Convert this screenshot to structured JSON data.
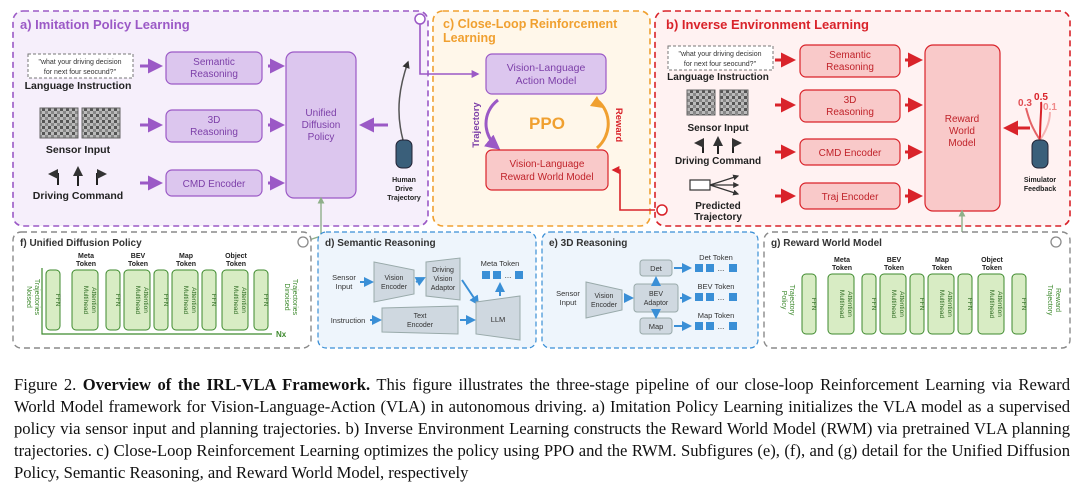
{
  "panel_a": {
    "title": "a) Imitation Policy Learning",
    "prompt_line1": "\"what your driving decision",
    "prompt_line2": "for next four seocund?\"",
    "language_instruction": "Language Instruction",
    "sensor_input": "Sensor Input",
    "driving_command": "Driving Command",
    "semantic_reasoning_1": "Semantic",
    "semantic_reasoning_2": "Reasoning",
    "reasoning_3d_1": "3D",
    "reasoning_3d_2": "Reasoning",
    "cmd_encoder": "CMD Encoder",
    "policy_1": "Unified",
    "policy_2": "Diffusion",
    "policy_3": "Policy",
    "human_1": "Human",
    "human_2": "Drive",
    "human_3": "Trajectory"
  },
  "panel_c": {
    "title_1": "c) Close-Loop Reinforcement",
    "title_2": "Learning",
    "vla_1": "Vision-Language",
    "vla_2": "Action Model",
    "ppo": "PPO",
    "trajectory": "Trajectory",
    "reward": "Reward",
    "rwm_1": "Vision-Language",
    "rwm_2": "Reward World Model"
  },
  "panel_b": {
    "title": "b) Inverse Environment Learning",
    "prompt_line1": "\"what your driving decision",
    "prompt_line2": "for next four seocund?\"",
    "language_instruction": "Language Instruction",
    "sensor_input": "Sensor Input",
    "driving_command": "Driving Command",
    "predicted_1": "Predicted",
    "predicted_2": "Trajectory",
    "semantic_reasoning_1": "Semantic",
    "semantic_reasoning_2": "Reasoning",
    "reasoning_3d_1": "3D",
    "reasoning_3d_2": "Reasoning",
    "cmd_encoder": "CMD Encoder",
    "traj_encoder": "Traj Encoder",
    "rwm_1": "Reward",
    "rwm_2": "World",
    "rwm_3": "Model",
    "score_1": "0.5",
    "score_2": "0.3",
    "score_3": "0.1",
    "sim_1": "Simulator",
    "sim_2": "Feedback"
  },
  "panel_f": {
    "title": "f) Unified Diffusion Policy",
    "input_1": "Noised",
    "input_2": "Trajectories",
    "output_1": "Dinoised",
    "output_2": "Trajectories",
    "meta_1": "Meta",
    "meta_2": "Token",
    "bev_1": "BEV",
    "bev_2": "Token",
    "map_1": "Map",
    "map_2": "Token",
    "object_1": "Object",
    "object_2": "Token",
    "ffn": "FFN",
    "mha_1": "Multihead",
    "mha_2": "Attention",
    "nx": "Nx"
  },
  "panel_d": {
    "title": "d) Semantic Reasoning",
    "sensor_1": "Sensor",
    "sensor_2": "Input",
    "vision_1": "Vision",
    "vision_2": "Encoder",
    "adaptor_1": "Driving",
    "adaptor_2": "Vision",
    "adaptor_3": "Adaptor",
    "meta_token": "Meta Token",
    "instruction": "Instruction",
    "text_1": "Text",
    "text_2": "Encoder",
    "llm": "LLM"
  },
  "panel_e": {
    "title": "e) 3D Reasoning",
    "sensor_1": "Sensor",
    "sensor_2": "Input",
    "vision_1": "Vision",
    "vision_2": "Encoder",
    "det": "Det",
    "bev_1": "BEV",
    "bev_2": "Adaptor",
    "map": "Map",
    "det_token": "Det Token",
    "bev_token": "BEV Token",
    "map_token": "Map Token"
  },
  "panel_g": {
    "title": "g) Reward World Model",
    "input_1": "Policy",
    "input_2": "Trajectory",
    "output_1": "Trajectory",
    "output_2": "Reward",
    "meta_1": "Meta",
    "meta_2": "Token",
    "bev_1": "BEV",
    "bev_2": "Token",
    "map_1": "Map",
    "map_2": "Token",
    "object_1": "Object",
    "object_2": "Token",
    "ffn": "FFN",
    "mha_1": "Multihead",
    "mha_2": "Attention"
  },
  "caption": {
    "lead": "Figure 2. ",
    "bold": "Overview of the IRL-VLA Framework.",
    "body": " This figure illustrates the three-stage pipeline of our close-loop Reinforcement Learning via Reward World Model framework for Vision-Language-Action (VLA) in autonomous driving. a) Imitation Policy Learning initializes the VLA model as a supervised policy via sensor input and planning trajectories. b) Inverse Environment Learning constructs the Reward World Model (RWM) via pretrained VLA planning trajectories. c) Close-Loop Reinforcement Learning optimizes the policy using PPO and the RWM. Subfigures (e), (f), and (g) detail for the Unified Diffusion Policy, Semantic Reasoning, and Reward World Model, respectively"
  },
  "colors": {
    "purple": "#9b59c6",
    "purple_fill": "#dcc6ee",
    "purple_bg": "#f6effb",
    "orange": "#f0a030",
    "orange_bg": "#fff7ea",
    "red": "#d9232a",
    "red_fill": "#f9c9c9",
    "red_bg": "#fff2f2",
    "green": "#3e8a2e",
    "green_fill": "#d8ecc4",
    "blue": "#3a8fd6",
    "blue_bg": "#eef5fc",
    "gray": "#8a8a8a"
  }
}
